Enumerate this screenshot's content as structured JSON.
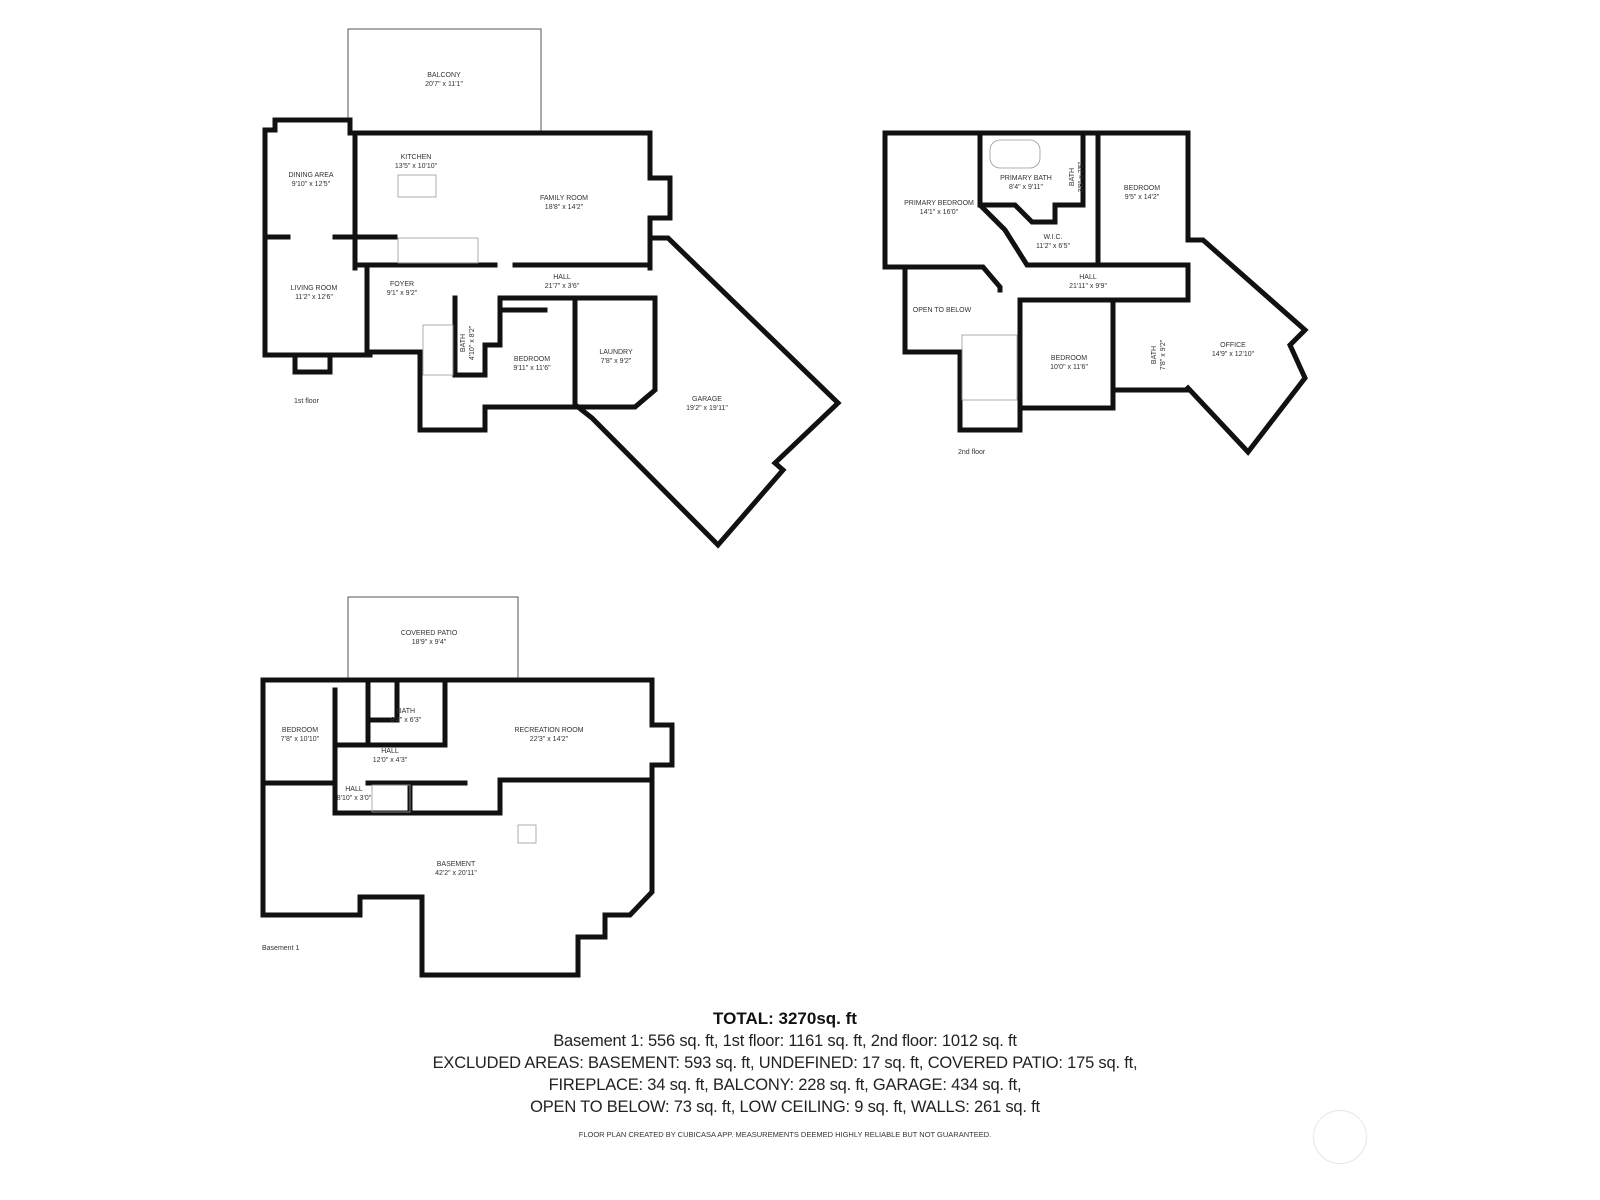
{
  "floors": {
    "first": {
      "name": "1st floor",
      "rooms": [
        {
          "name": "BALCONY",
          "size": "20'7\" x 11'1\""
        },
        {
          "name": "DINING AREA",
          "size": "9'10\" x 12'5\""
        },
        {
          "name": "KITCHEN",
          "size": "13'5\" x 10'10\""
        },
        {
          "name": "FAMILY ROOM",
          "size": "18'8\" x 14'2\""
        },
        {
          "name": "LIVING ROOM",
          "size": "11'2\" x 12'6\""
        },
        {
          "name": "FOYER",
          "size": "9'1\" x 9'2\""
        },
        {
          "name": "HALL",
          "size": "21'7\" x 3'6\""
        },
        {
          "name": "BATH",
          "size": "4'10\" x 8'2\""
        },
        {
          "name": "BEDROOM",
          "size": "9'11\" x 11'6\""
        },
        {
          "name": "LAUNDRY",
          "size": "7'8\" x 9'2\""
        },
        {
          "name": "GARAGE",
          "size": "19'2\" x 19'11\""
        }
      ]
    },
    "second": {
      "name": "2nd floor",
      "rooms": [
        {
          "name": "PRIMARY BEDROOM",
          "size": "14'1\" x 16'0\""
        },
        {
          "name": "PRIMARY BATH",
          "size": "8'4\" x 9'11\""
        },
        {
          "name": "BATH",
          "size": "3'8\" x 7'5\""
        },
        {
          "name": "BEDROOM",
          "size": "9'5\" x 14'2\""
        },
        {
          "name": "W.I.C.",
          "size": "11'2\" x 6'5\""
        },
        {
          "name": "HALL",
          "size": "21'11\" x 9'9\""
        },
        {
          "name": "OPEN TO BELOW",
          "size": ""
        },
        {
          "name": "BEDROOM",
          "size": "10'0\" x 11'6\""
        },
        {
          "name": "BATH",
          "size": "7'8\" x 9'2\""
        },
        {
          "name": "OFFICE",
          "size": "14'9\" x 12'10\""
        }
      ]
    },
    "basement": {
      "name": "Basement 1",
      "rooms": [
        {
          "name": "COVERED PATIO",
          "size": "18'9\" x 9'4\""
        },
        {
          "name": "BEDROOM",
          "size": "7'8\" x 10'10\""
        },
        {
          "name": "BATH",
          "size": "8'4\" x 6'3\""
        },
        {
          "name": "RECREATION ROOM",
          "size": "22'3\" x 14'2\""
        },
        {
          "name": "HALL",
          "size": "12'0\" x 4'3\""
        },
        {
          "name": "HALL",
          "size": "8'10\" x 3'0\""
        },
        {
          "name": "BASEMENT",
          "size": "42'2\" x 20'11\""
        }
      ]
    }
  },
  "summary": {
    "total": "TOTAL: 3270sq. ft",
    "lines": [
      "Basement 1: 556 sq. ft, 1st floor: 1161 sq. ft, 2nd floor: 1012 sq. ft",
      "EXCLUDED AREAS: BASEMENT: 593 sq. ft, UNDEFINED: 17 sq. ft, COVERED PATIO: 175 sq. ft,",
      "FIREPLACE: 34 sq. ft, BALCONY: 228 sq. ft, GARAGE: 434 sq. ft,",
      "OPEN TO BELOW: 73 sq. ft, LOW CEILING: 9 sq. ft, WALLS: 261 sq. ft"
    ],
    "disclaimer": "FLOOR PLAN CREATED BY CUBICASA APP. MEASUREMENTS DEEMED HIGHLY RELIABLE BUT NOT GUARANTEED."
  }
}
